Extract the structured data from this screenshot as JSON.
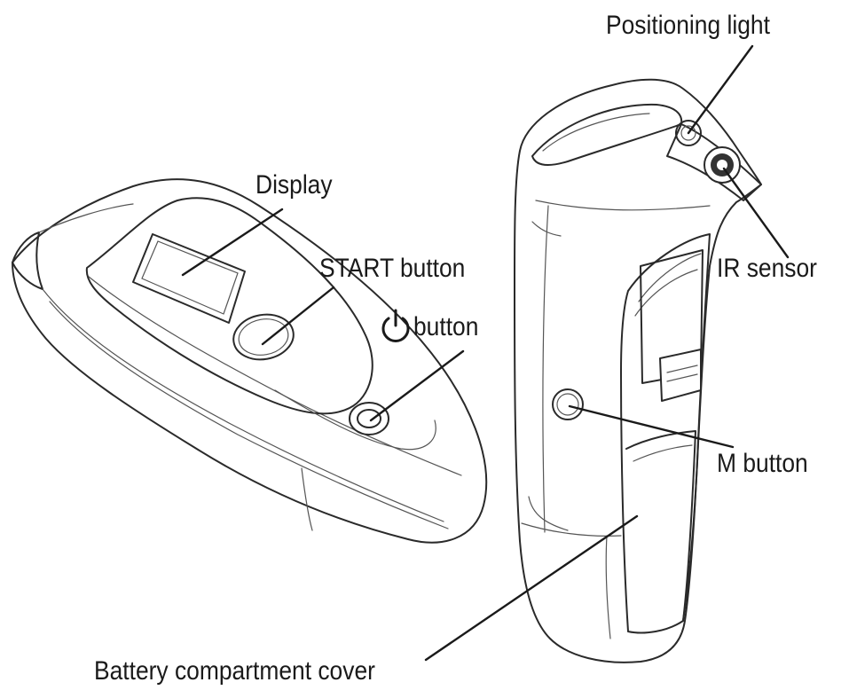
{
  "labels": {
    "positioning_light": "Positioning light",
    "display": "Display",
    "start_button": "START button",
    "power_button": "button",
    "ir_sensor": "IR sensor",
    "m_button": "M button",
    "battery_cover": "Battery compartment cover"
  },
  "icons": {
    "power_symbol": "power-icon"
  },
  "colors": {
    "ink": "#1a1a1a",
    "background": "#ffffff"
  }
}
